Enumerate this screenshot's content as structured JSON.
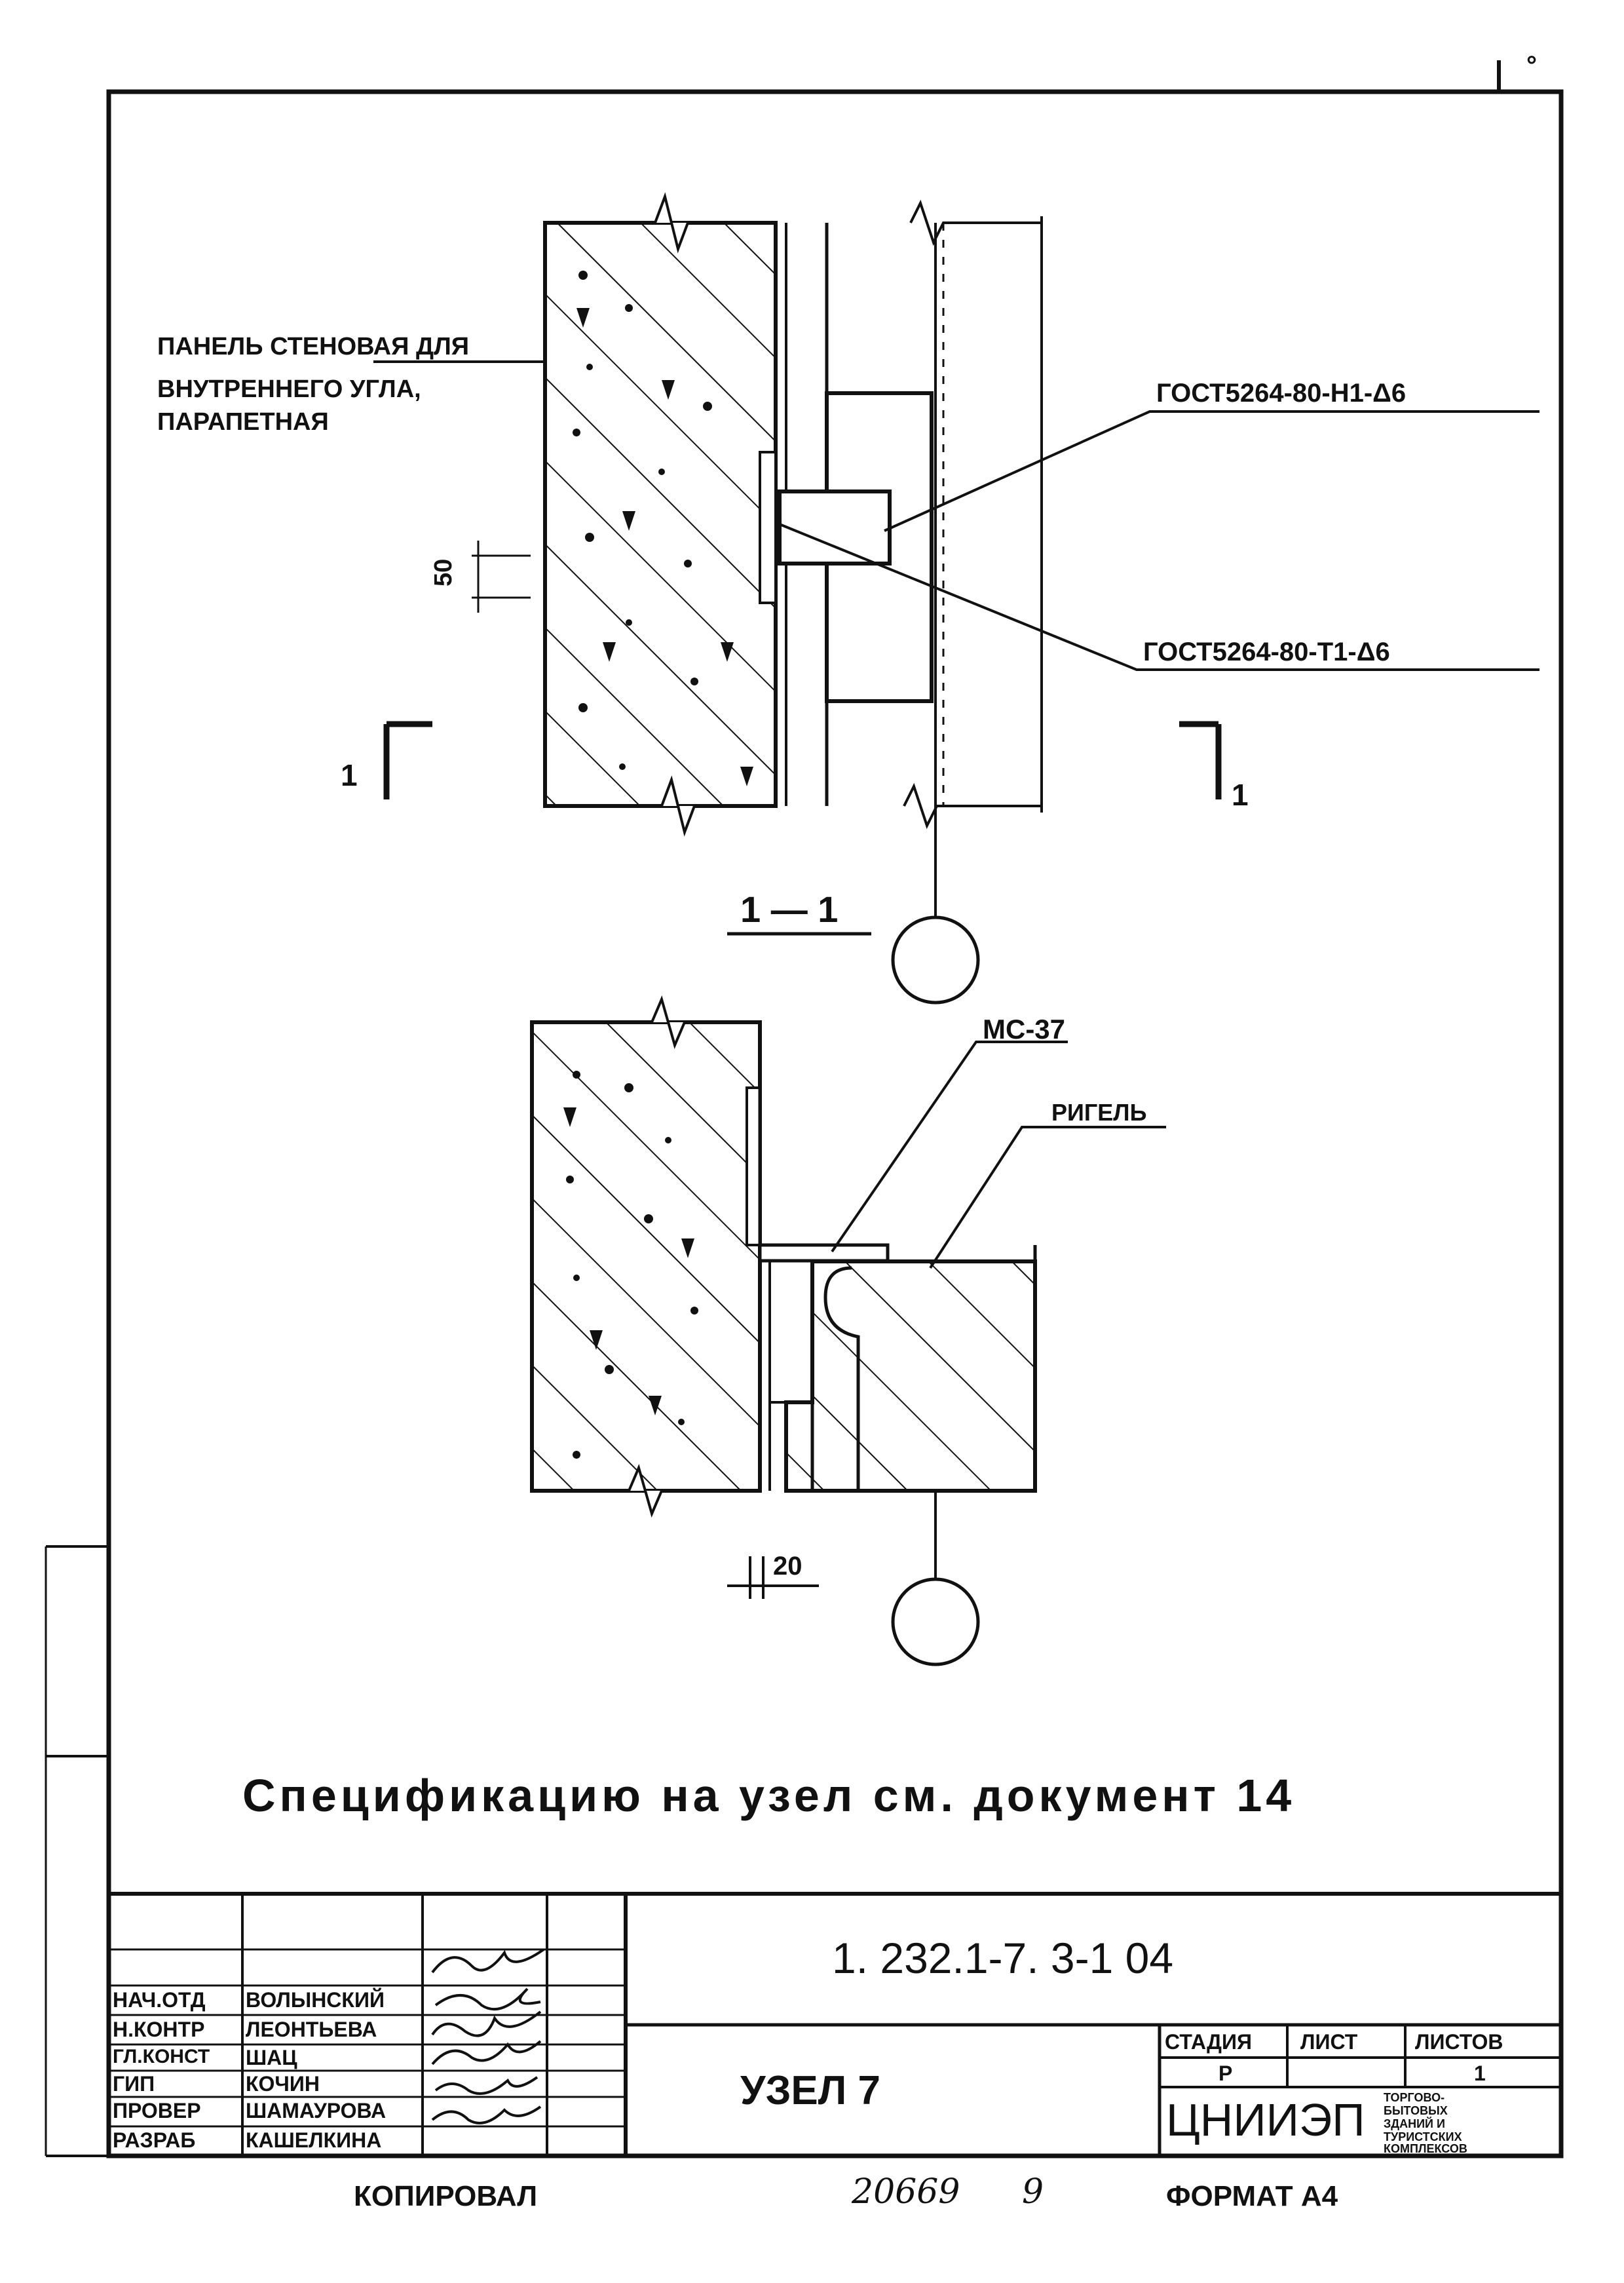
{
  "corner_mark": "1",
  "callouts": {
    "panel_line1": "ПАНЕЛЬ СТЕНОВАЯ ДЛЯ",
    "panel_line2": "ВНУТРЕННЕГО УГЛА,",
    "panel_line3": "ПАРАПЕТНАЯ",
    "gost_upper": "ГОСТ5264-80-Н1-Δ6",
    "gost_lower": "ГОСТ5264-80-Т1-Δ6",
    "mc": "МС-37",
    "rigel": "РИГЕЛЬ"
  },
  "dimensions": {
    "upper_pitch": "50",
    "lower_gap": "20"
  },
  "section": {
    "mark_left": "1",
    "mark_right": "1",
    "label": "1 — 1"
  },
  "note": "Спецификацию на узел см. документ 14",
  "title_block": {
    "designation": "1. 232.1-7. 3-1 04",
    "title": "УЗЕЛ 7",
    "stage_header": "СТАДИЯ",
    "sheet_header": "ЛИСТ",
    "sheets_header": "ЛИСТОВ",
    "stage_value": "Р",
    "sheets_value": "1",
    "org": "ЦНИИЭП",
    "org_sub": [
      "ТОРГОВО-",
      "БЫТОВЫХ",
      "ЗДАНИЙ И",
      "ТУРИСТСКИХ",
      "КОМПЛЕКСОВ"
    ],
    "roles": [
      {
        "role": "НАЧ.ОТД",
        "name": "ВОЛЫНСКИЙ"
      },
      {
        "role": "Н.КОНТР",
        "name": "ЛЕОНТЬЕВА"
      },
      {
        "role": "ГЛ.КОНСТ",
        "name": "ШАЦ"
      },
      {
        "role": "ГИП",
        "name": "КОЧИН"
      },
      {
        "role": "ПРОВЕР",
        "name": "ШАМАУРОВА"
      },
      {
        "role": "РАЗРАБ",
        "name": "КАШЕЛКИНА"
      }
    ]
  },
  "bottom": {
    "copied": "КОПИРОВАЛ",
    "number": "20669",
    "page": "9",
    "format": "ФОРМАТ А4"
  }
}
